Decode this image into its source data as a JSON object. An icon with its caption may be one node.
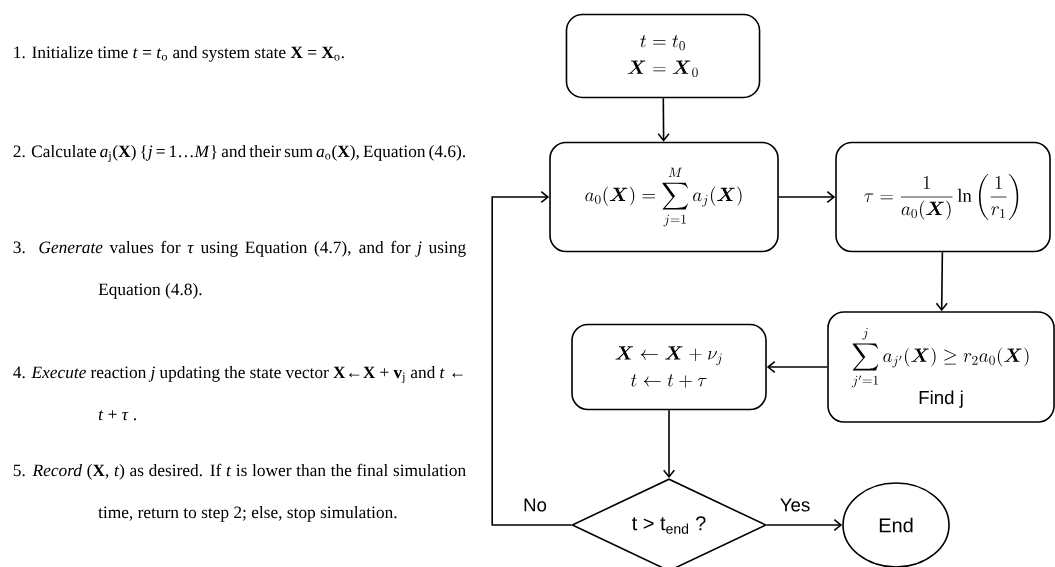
{
  "diagram": {
    "nodes": [
      {
        "text": [
          "t = t_0",
          "\\boldsymbol{X} = \\boldsymbol{X}_0"
        ]
      },
      {
        "text": [
          "a_0(\\boldsymbol{X}) = \\sum_{j=1}^{M} a_j(\\boldsymbol{X})"
        ]
      },
      {
        "text": [
          "\\tau = \\frac{1}{a_0(\\boldsymbol{X})}\\ln\\left(\\frac{1}{r_1}\\right)"
        ]
      },
      {
        "text": [
          "\\sum_{j'=1}^{j} a_{j'}(\\boldsymbol{X}) \\geq r_2 a_0(\\boldsymbol{X})",
          "Find j"
        ]
      },
      {
        "text": [
          "\\boldsymbol{X} \\leftarrow \\boldsymbol{X} + \\nu_j",
          "t \\leftarrow t + \\tau"
        ]
      },
      {
        "text": [
          "t > t$_{end}$ ?"
        ]
      },
      {
        "text": [
          "End"
        ]
      }
    ],
    "edges": [
      {
        "from": 0,
        "to": 1,
        "arrow": "to"
      },
      {
        "from": 1,
        "to": 2,
        "arrow": "to"
      },
      {
        "from": 2,
        "to": 3,
        "arrow": "to"
      },
      {
        "from": 3,
        "to": 4,
        "arrow": "to"
      },
      {
        "from": 4,
        "to": 5,
        "arrow": "to"
      },
      {
        "from": 5,
        "to": 6,
        "arrow": "to",
        "label": "Yes"
      },
      {
        "from": 5,
        "to": 1,
        "arrow": "to",
        "label": "No"
      }
    ],
    "labels": [
      "1. Initialize time *t* = *t*$_{o}$ and system state **X** = **X**$_{o}$.",
      "2. Calculate *a*$_{j}$(**X**) {*j* = 1…*M*} and their sum *a*$_{o}$(**X**), Equation (4.6).",
      "3. *Generate* values for *τ* using Equation (4.7), and for *j* using Equation (4.8).",
      "4. *Execute* reaction *j* updating the state vector **X**←**X** + **v**$_{j}$ and *t* ← *t* + *τ* .",
      "5. *Record* (**X**, *t*) as desired. If *t* is lower than the final simulation time, return to step 2; else, stop simulation."
    ]
  }
}
